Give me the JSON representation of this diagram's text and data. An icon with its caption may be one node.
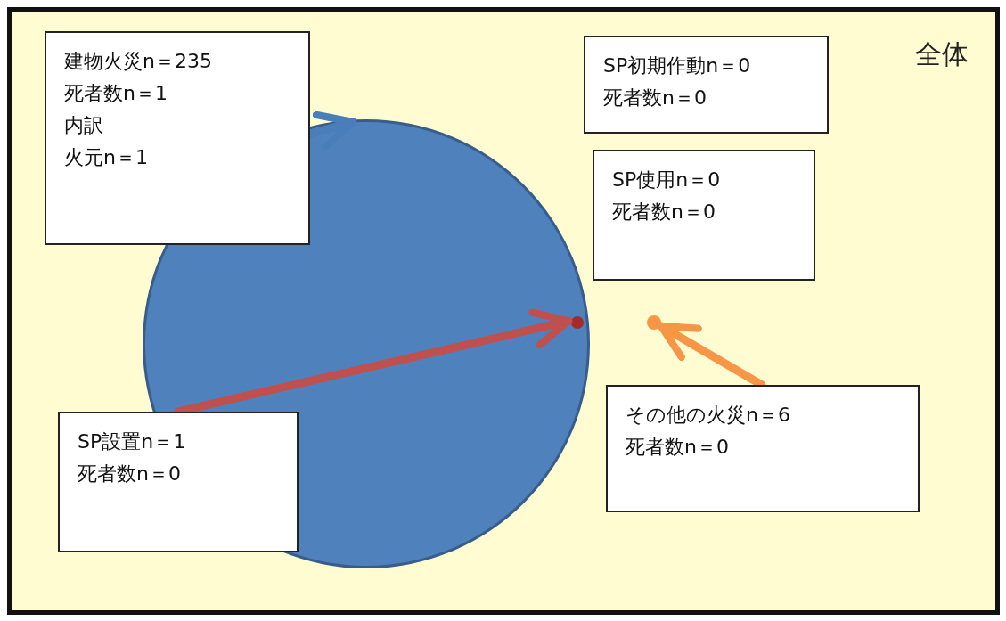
{
  "diagram": {
    "nodes": [
      {
        "text": [
          "全体"
        ]
      },
      {
        "text": [],
        "shape": "circle",
        "in": 0
      },
      {
        "text": [
          "建物火災n＝235",
          "死者数n＝1",
          "内訳",
          "火元n＝1"
        ],
        "in": 0
      },
      {
        "text": [
          "SP初期作動n＝0",
          "死者数n＝0"
        ],
        "in": 0
      },
      {
        "text": [
          "SP使用n＝0",
          "死者数n＝0"
        ],
        "in": 0
      },
      {
        "text": [],
        "shape": "circle",
        "in": 1
      },
      {
        "text": [],
        "shape": "circle",
        "in": 0
      },
      {
        "text": [
          "SP設置n＝1",
          "死者数n＝0"
        ],
        "in": 0
      },
      {
        "text": [
          "その他の火災n＝6",
          "死者数n＝0"
        ],
        "in": 0
      }
    ],
    "edges": [
      {
        "from": 2,
        "to": 1,
        "arrow": "to",
        "color": "#4a7ebb"
      },
      {
        "from": 7,
        "to": 5,
        "arrow": "to",
        "color": "#c0504d"
      },
      {
        "from": 8,
        "to": 6,
        "arrow": "to",
        "color": "#f79646"
      }
    ]
  }
}
